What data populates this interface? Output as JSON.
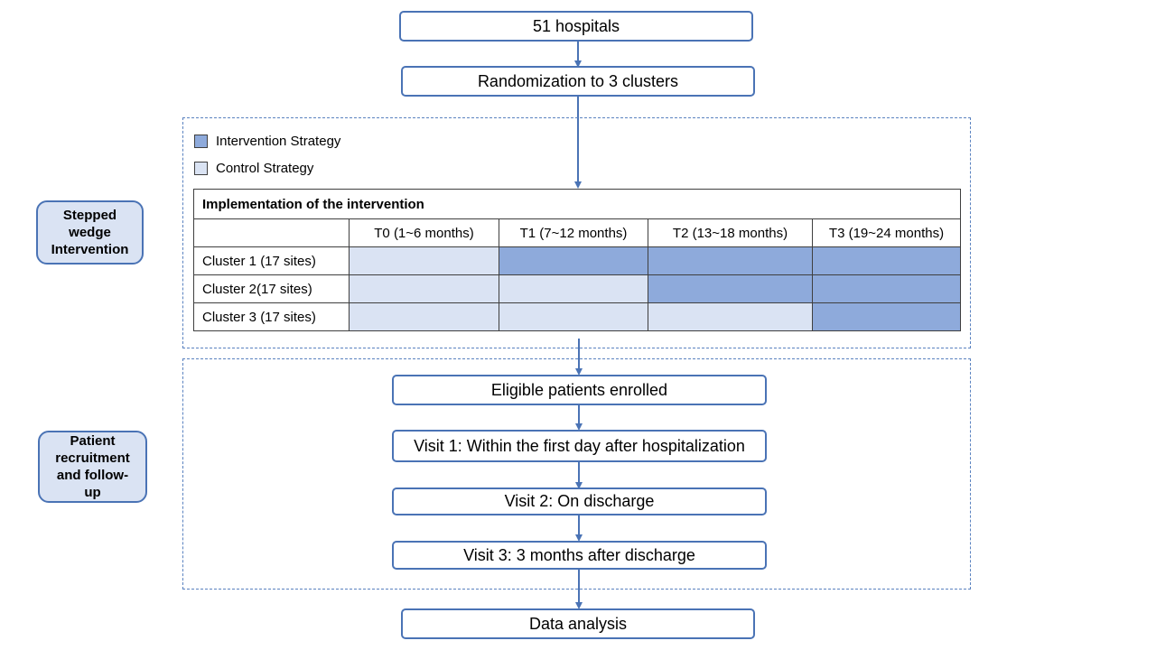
{
  "flow": {
    "hospitals": "51 hospitals",
    "randomization": "Randomization to 3 clusters",
    "enrolled": "Eligible patients enrolled",
    "visit1": "Visit 1: Within the first day after hospitalization",
    "visit2": "Visit 2: On discharge",
    "visit3": "Visit 3: 3 months after discharge",
    "analysis": "Data analysis"
  },
  "side_labels": {
    "stepped": [
      "Stepped",
      "wedge",
      "Intervention"
    ],
    "patient": [
      "Patient",
      "recruitment",
      "and follow-",
      "up"
    ]
  },
  "legend": {
    "intervention": {
      "label": "Intervention  Strategy",
      "color": "#8eaadb"
    },
    "control": {
      "label": "Control Strategy",
      "color": "#dae3f3"
    }
  },
  "table": {
    "title": "Implementation of the intervention",
    "periods": [
      "T0 (1~6 months)",
      "T1 (7~12 months)",
      "T2 (13~18 months)",
      "T3 (19~24 months)"
    ],
    "clusters": [
      {
        "name": "Cluster  1 (17 sites)",
        "cells": [
          "control",
          "intervention",
          "intervention",
          "intervention"
        ]
      },
      {
        "name": "Cluster  2(17 sites)",
        "cells": [
          "control",
          "control",
          "intervention",
          "intervention"
        ]
      },
      {
        "name": "Cluster  3 (17 sites)",
        "cells": [
          "control",
          "control",
          "control",
          "intervention"
        ]
      }
    ]
  }
}
